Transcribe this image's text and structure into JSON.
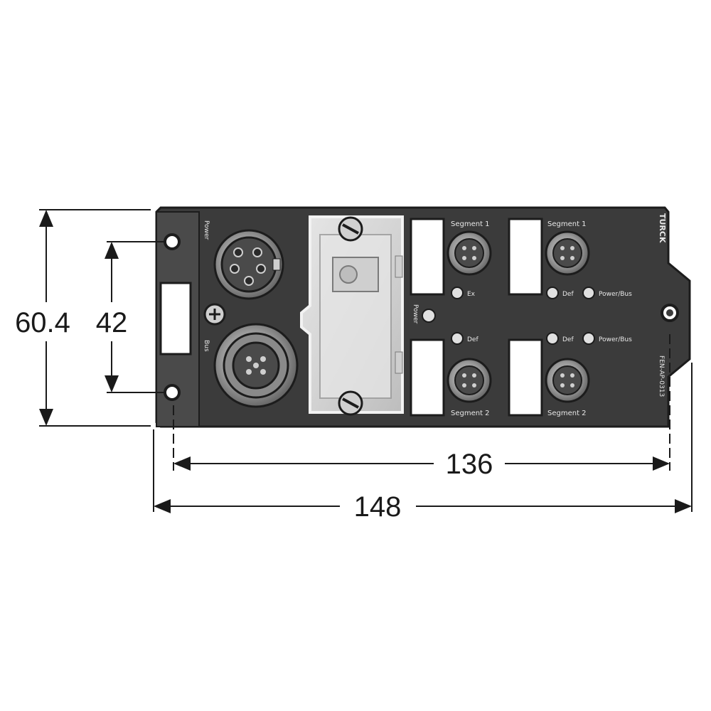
{
  "dimensions": {
    "overall_height": "60.4",
    "mount_height": "42",
    "mount_width": "136",
    "overall_width": "148"
  },
  "device": {
    "port_labels": {
      "power_top": "Power",
      "power_bottom": "Bus",
      "seg1_left": "Segment 1",
      "seg1_right": "Segment 1",
      "seg2_left": "Segment 2",
      "seg2_right": "Segment 2"
    },
    "led_labels": {
      "top_left": "Ex",
      "top_mid": "Def",
      "top_right": "Power/Bus",
      "bottom_left": "Def",
      "bottom_mid": "Def",
      "bottom_right": "Power/Bus",
      "center": "Power"
    },
    "model_text": "FEN-AP-0313",
    "brand": "TURCK"
  },
  "colors": {
    "housing": "#3b3b3b",
    "housing_edge": "#1c1c1c",
    "panel": "#4a4a4a",
    "slot": "#ffffff",
    "cover": "#d9d9d9",
    "line": "#1a1a1a"
  }
}
